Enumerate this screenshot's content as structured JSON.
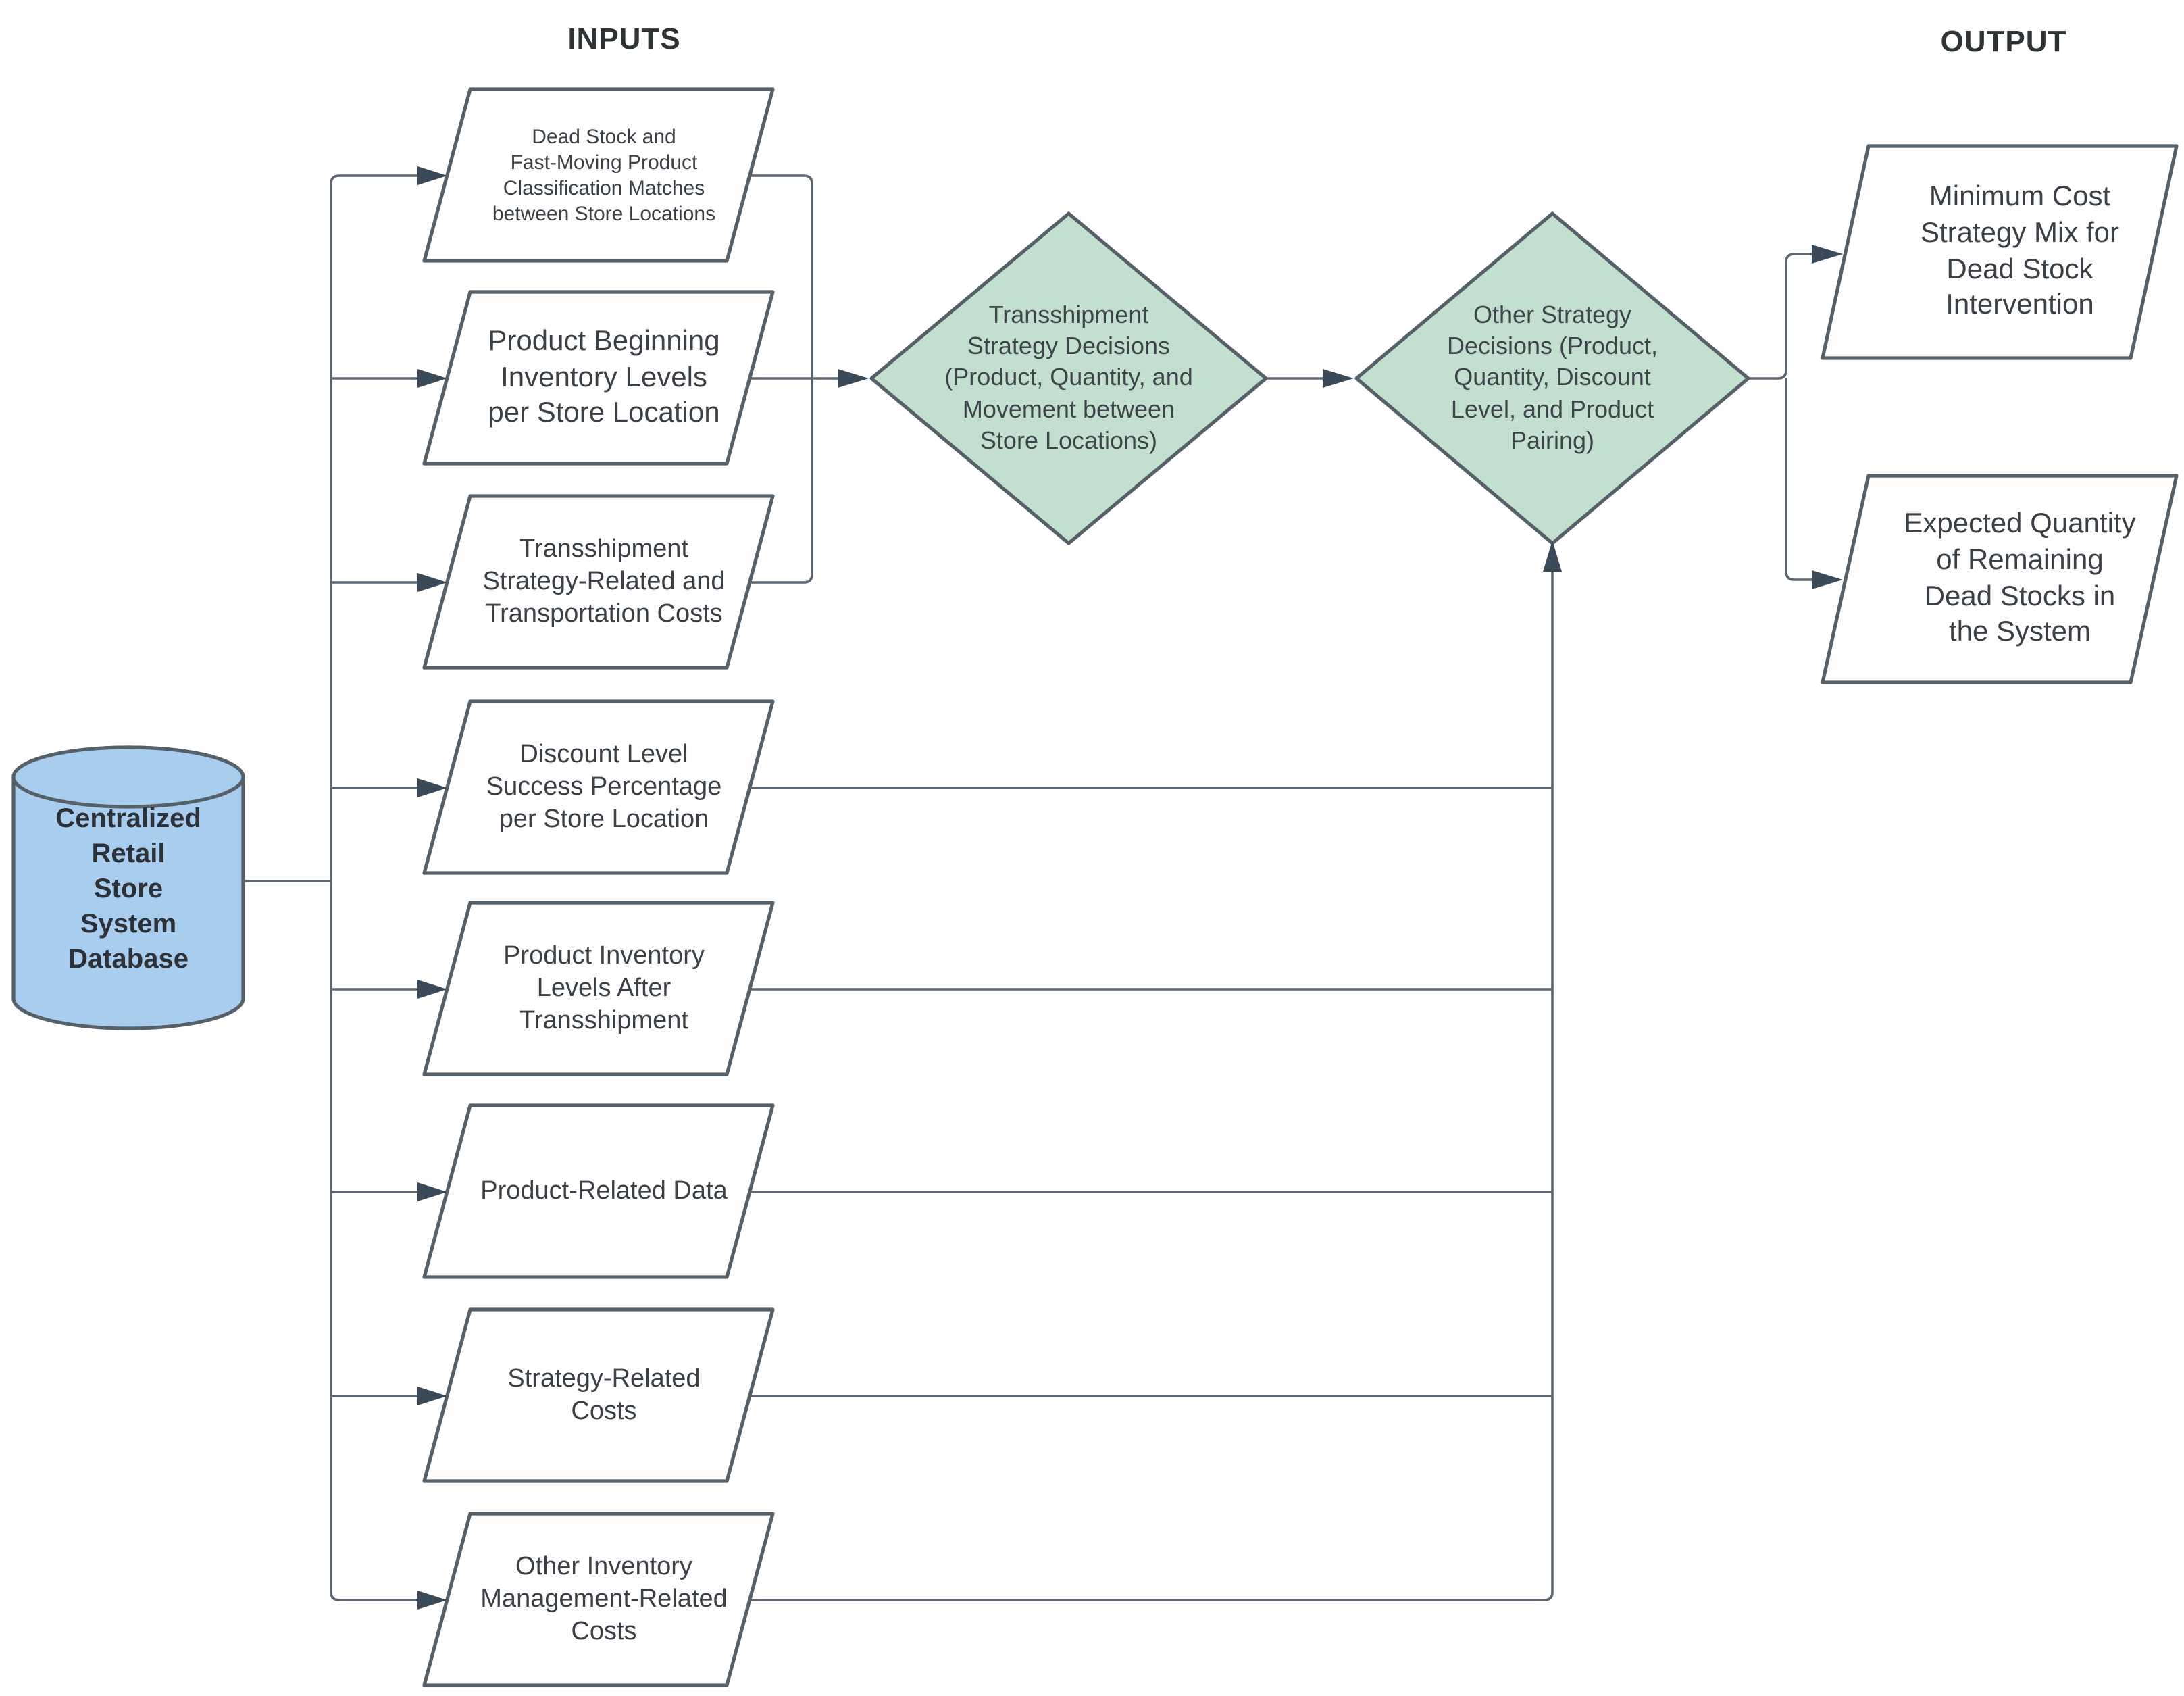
{
  "diagram": {
    "headers": {
      "inputs": "INPUTS",
      "output": "OUTPUT"
    },
    "database": {
      "label": "Centralized\nRetail\nStore\nSystem\nDatabase"
    },
    "inputs": [
      {
        "id": "dead-stock-classification",
        "label": "Dead Stock and\nFast-Moving Product\nClassification Matches\nbetween Store Locations"
      },
      {
        "id": "beginning-inventory",
        "label": "Product Beginning\nInventory Levels\nper Store Location"
      },
      {
        "id": "transshipment-costs",
        "label": "Transshipment\nStrategy-Related and\nTransportation Costs"
      },
      {
        "id": "discount-success",
        "label": "Discount Level\nSuccess Percentage\nper Store Location"
      },
      {
        "id": "inventory-after-transshipment",
        "label": "Product Inventory\nLevels After\nTransshipment"
      },
      {
        "id": "product-related-data",
        "label": "Product-Related Data"
      },
      {
        "id": "strategy-costs",
        "label": "Strategy-Related\nCosts"
      },
      {
        "id": "other-inventory-costs",
        "label": "Other Inventory\nManagement-Related\nCosts"
      }
    ],
    "decisions": [
      {
        "id": "transshipment-strategy",
        "label": "Transshipment\nStrategy Decisions\n(Product, Quantity, and\nMovement between\nStore Locations)"
      },
      {
        "id": "other-strategy",
        "label": "Other Strategy\nDecisions (Product,\nQuantity, Discount\nLevel, and Product\nPairing)"
      }
    ],
    "outputs": [
      {
        "id": "minimum-cost-mix",
        "label": "Minimum Cost\nStrategy Mix for\nDead Stock\nIntervention"
      },
      {
        "id": "expected-dead-stock",
        "label": "Expected Quantity\nof Remaining\nDead Stocks in\nthe System"
      }
    ],
    "colors": {
      "node_fill": "#fefefe",
      "decision_fill": "#c3dfd0",
      "database_fill": "#a9cdee",
      "border": "#566069",
      "line": "#5d6570",
      "arrow": "#3b4a59",
      "text": "#3a4045"
    }
  }
}
